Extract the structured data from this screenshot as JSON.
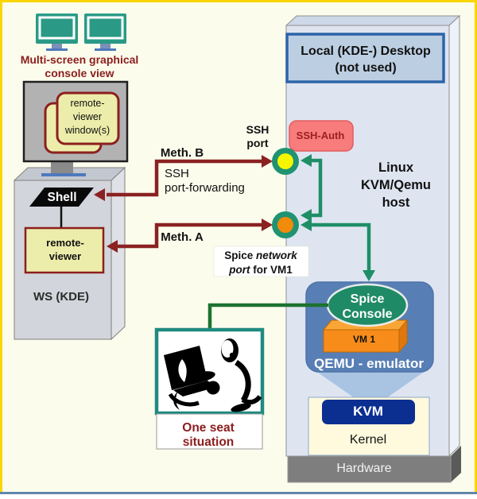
{
  "workstation": {
    "multiscreen_caption_line1": "Multi-screen graphical",
    "multiscreen_caption_line2": "console view",
    "viewer_window_line1": "remote-",
    "viewer_window_line2": "viewer",
    "viewer_window_line3": "window(s)",
    "shell_label": "Shell",
    "remote_viewer_line1": "remote-",
    "remote_viewer_line2": "viewer",
    "ws_label": "WS (KDE)"
  },
  "connections": {
    "meth_b_label": "Meth. B",
    "ssh_forward_line1": "SSH",
    "ssh_forward_line2": "port-forwarding",
    "meth_a_label": "Meth. A",
    "ssh_port_line1": "SSH",
    "ssh_port_line2": "port",
    "spice_port_bold": "Spice ",
    "spice_port_italic1": "network",
    "spice_port_italic2": "port",
    "spice_port_rest": " for VM1"
  },
  "host": {
    "local_desktop_line1": "Local (KDE-) Desktop",
    "local_desktop_line2": "(not used)",
    "ssh_auth_label": "SSH-Auth",
    "name_line1": "Linux",
    "name_line2": "KVM/Qemu",
    "name_line3": "host",
    "spice_console_line1": "Spice",
    "spice_console_line2": "Console",
    "vm_label": "VM 1",
    "qemu_label": "QEMU - emulator",
    "kvm_label": "KVM",
    "kernel_label": "Kernel",
    "hardware_label": "Hardware"
  },
  "one_seat": {
    "line1": "One seat",
    "line2": "situation"
  },
  "colors": {
    "frame_yellow": "#fbd500",
    "background": "#fbfcec",
    "dark_red": "#8b2121",
    "teal_green": "#1f8e6a",
    "dark_green": "#1d7230",
    "monitor_teal": "#2a9a86",
    "host_blue": "#587fb5",
    "local_box_fill": "#bccfe2",
    "local_box_border": "#2d64a8",
    "ssh_auth_salmon": "#f97c7c",
    "window_yellow": "#ecedaa",
    "vm_orange": "#f78c1b",
    "kvm_navy": "#0b2e91",
    "kernel_cream": "#fffadd",
    "hardware_gray": "#7e7e7e",
    "yellow_port": "#f6f600",
    "orange_port": "#f28a0a",
    "bottom_line_blue": "#6286ad"
  }
}
